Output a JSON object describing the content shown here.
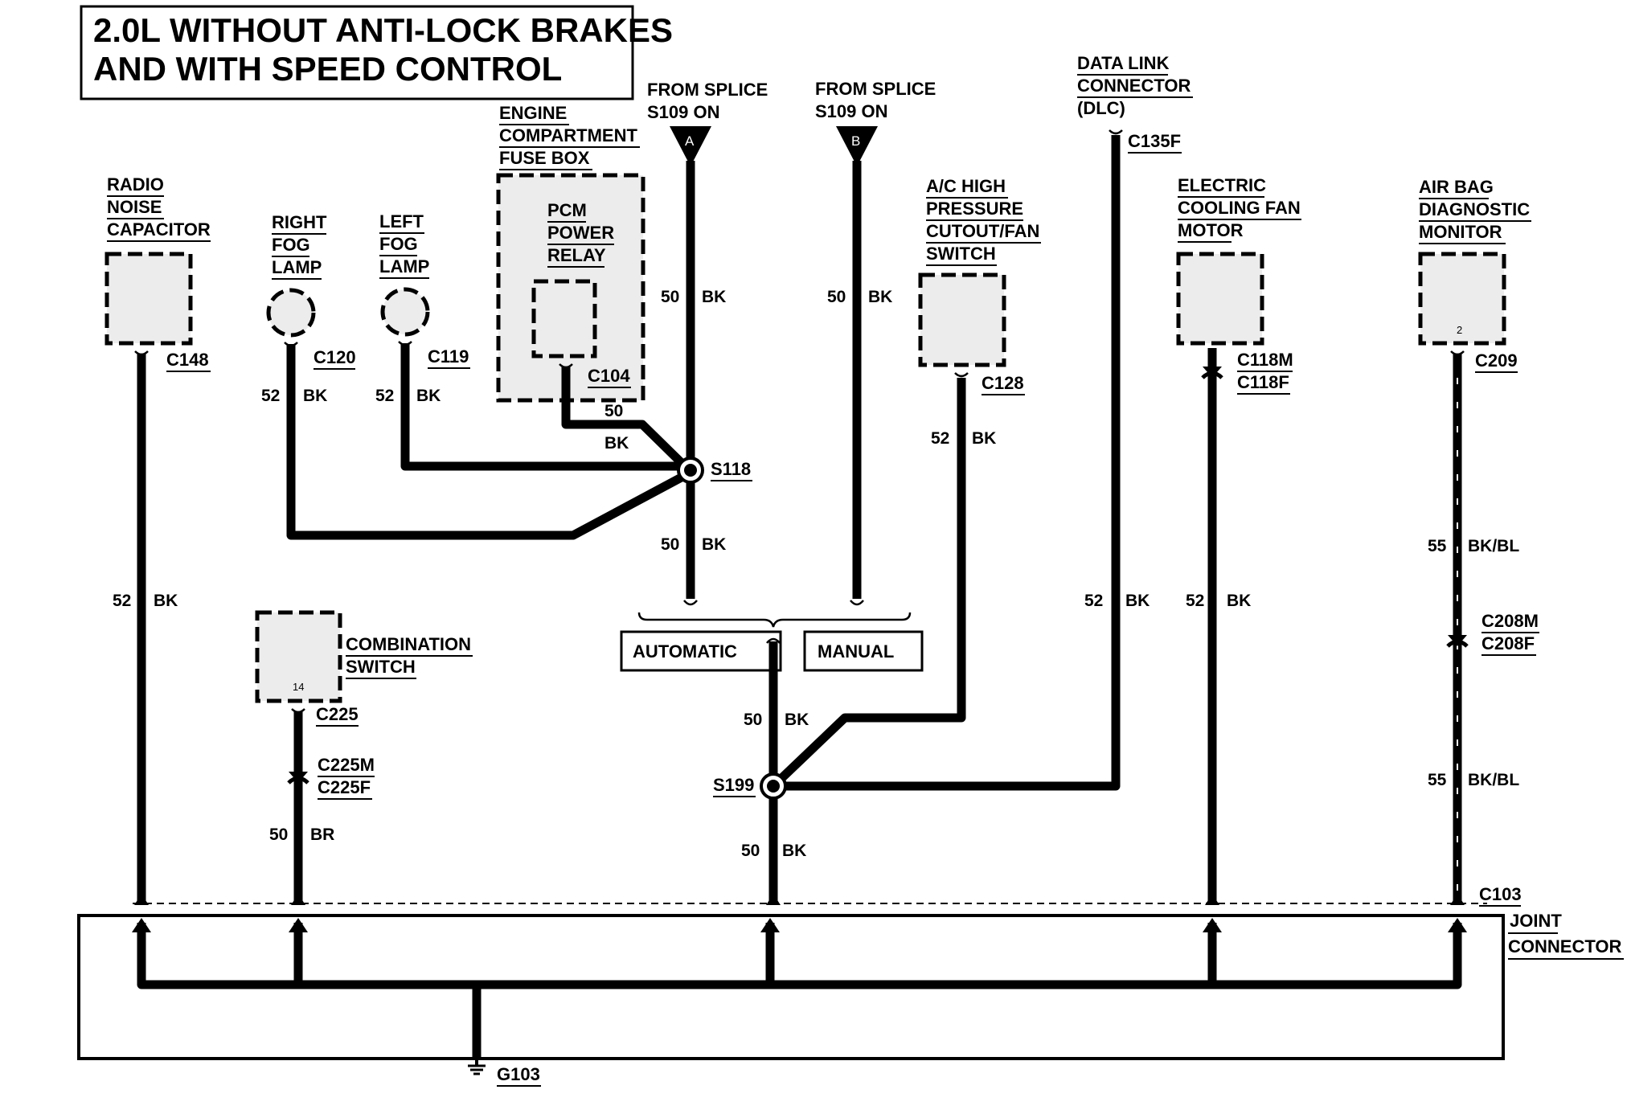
{
  "title": {
    "line1": "2.0L WITHOUT ANTI-LOCK BRAKES",
    "line2": "AND WITH SPEED CONTROL"
  },
  "splices_from": {
    "a": {
      "line1": "FROM SPLICE",
      "line2": "S109 ON",
      "tag": "A"
    },
    "b": {
      "line1": "FROM SPLICE",
      "line2": "S109 ON",
      "tag": "B"
    }
  },
  "components": {
    "radio_noise_capacitor": {
      "line1": "RADIO",
      "line2": "NOISE",
      "line3": "CAPACITOR",
      "connector": "C148"
    },
    "right_fog_lamp": {
      "line1": "RIGHT",
      "line2": "FOG",
      "line3": "LAMP",
      "connector": "C120"
    },
    "left_fog_lamp": {
      "line1": "LEFT",
      "line2": "FOG",
      "line3": "LAMP",
      "connector": "C119"
    },
    "fuse_box": {
      "line1": "ENGINE",
      "line2": "COMPARTMENT",
      "line3": "FUSE BOX"
    },
    "pcm_power_relay": {
      "line1": "PCM",
      "line2": "POWER",
      "line3": "RELAY",
      "connector": "C104"
    },
    "ac_switch": {
      "line1": "A/C HIGH",
      "line2": "PRESSURE",
      "line3": "CUTOUT/FAN",
      "line4": "SWITCH",
      "connector": "C128"
    },
    "dlc": {
      "line1": "DATA LINK",
      "line2": "CONNECTOR",
      "line3": "(DLC)",
      "connector": "C135F"
    },
    "cooling_fan": {
      "line1": "ELECTRIC",
      "line2": "COOLING FAN",
      "line3": "MOTOR",
      "connector_m": "C118M",
      "connector_f": "C118F"
    },
    "air_bag_monitor": {
      "line1": "AIR BAG",
      "line2": "DIAGNOSTIC",
      "line3": "MONITOR",
      "pin": "2",
      "connector": "C209",
      "inline_m": "C208M",
      "inline_f": "C208F"
    },
    "combination_switch": {
      "line1": "COMBINATION",
      "line2": "SWITCH",
      "pin": "14",
      "connector": "C225",
      "inline_m": "C225M",
      "inline_f": "C225F"
    },
    "joint_connector": {
      "line1": "JOINT",
      "line2": "CONNECTOR",
      "connector": "C103"
    },
    "ground": {
      "label": "G103"
    }
  },
  "splices": {
    "s118": "S118",
    "s199": "S199"
  },
  "options": {
    "automatic": "AUTOMATIC",
    "manual": "MANUAL"
  },
  "wires": {
    "w_s109a": {
      "circuit": "50",
      "color": "BK"
    },
    "w_s109b": {
      "circuit": "50",
      "color": "BK"
    },
    "w_relay": {
      "circuit": "50",
      "color": "BK"
    },
    "w_s118_down": {
      "circuit": "50",
      "color": "BK"
    },
    "w_c148": {
      "circuit": "52",
      "color": "BK"
    },
    "w_c120": {
      "circuit": "52",
      "color": "BK"
    },
    "w_c119": {
      "circuit": "52",
      "color": "BK"
    },
    "w_c128": {
      "circuit": "52",
      "color": "BK"
    },
    "w_dlc": {
      "circuit": "52",
      "color": "BK"
    },
    "w_fan": {
      "circuit": "52",
      "color": "BK"
    },
    "w_airbag_upper": {
      "circuit": "55",
      "color": "BK/BL"
    },
    "w_airbag_lower": {
      "circuit": "55",
      "color": "BK/BL"
    },
    "w_combo": {
      "circuit": "50",
      "color": "BR"
    },
    "w_s199_up": {
      "circuit": "50",
      "color": "BK"
    },
    "w_s199_down": {
      "circuit": "50",
      "color": "BK"
    }
  }
}
